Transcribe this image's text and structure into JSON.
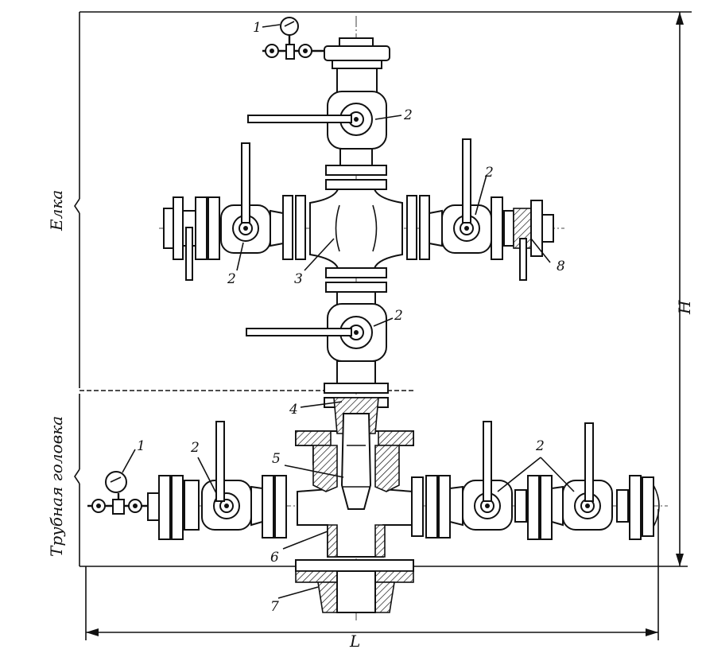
{
  "section_labels": {
    "tree": "Елка",
    "head": "Трубная головка"
  },
  "dimensions": {
    "height": "H",
    "length": "L"
  },
  "callouts": [
    {
      "id": "1-top",
      "text": "1"
    },
    {
      "id": "2-upper",
      "text": "2"
    },
    {
      "id": "2-right",
      "text": "2"
    },
    {
      "id": "2-left",
      "text": "2"
    },
    {
      "id": "3",
      "text": "3"
    },
    {
      "id": "8",
      "text": "8"
    },
    {
      "id": "2-mid",
      "text": "2"
    },
    {
      "id": "4",
      "text": "4"
    },
    {
      "id": "1-left",
      "text": "1"
    },
    {
      "id": "2-lower-left",
      "text": "2"
    },
    {
      "id": "5",
      "text": "5"
    },
    {
      "id": "6",
      "text": "6"
    },
    {
      "id": "7",
      "text": "7"
    },
    {
      "id": "2-lower-right",
      "text": "2"
    }
  ]
}
